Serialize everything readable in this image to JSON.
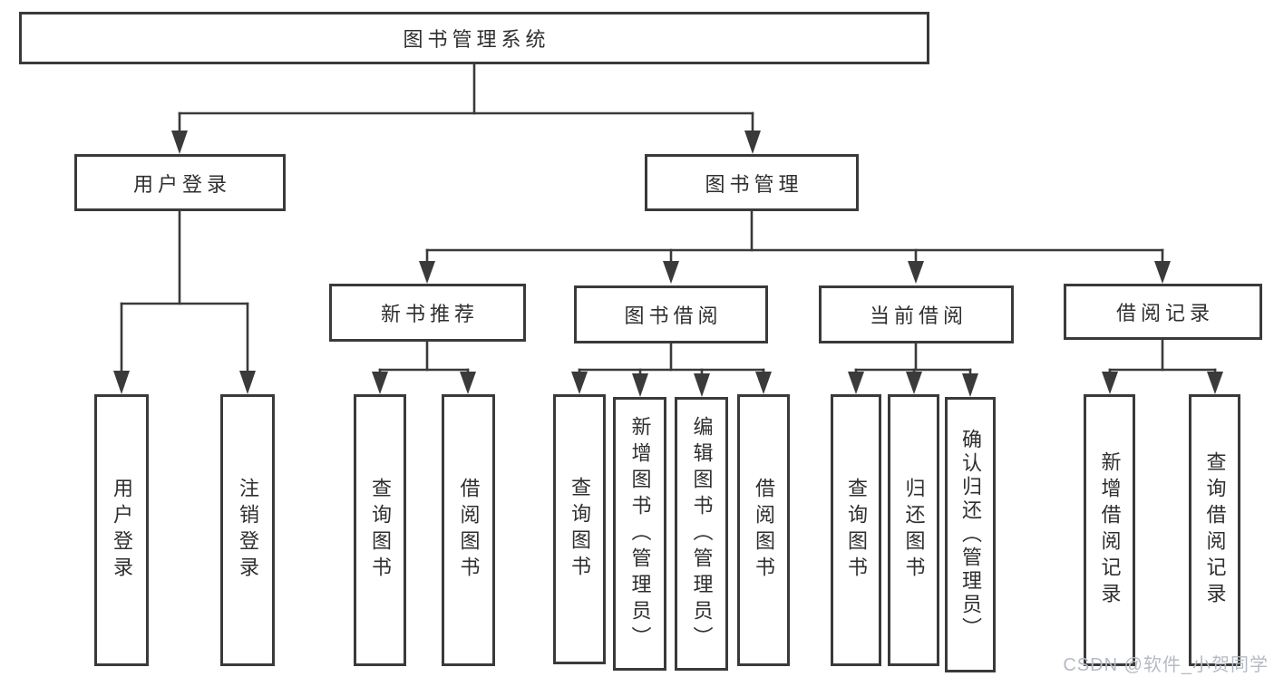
{
  "diagram": {
    "root": {
      "label": "图书管理系统"
    },
    "branches": [
      {
        "label": "用户登录",
        "children": [
          {
            "label": "用户登录"
          },
          {
            "label": "注销登录"
          }
        ]
      },
      {
        "label": "图书管理",
        "children": [
          {
            "label": "新书推荐",
            "children": [
              {
                "label": "查询图书"
              },
              {
                "label": "借阅图书"
              }
            ]
          },
          {
            "label": "图书借阅",
            "children": [
              {
                "label": "查询图书"
              },
              {
                "label": "新增图书（管理员）"
              },
              {
                "label": "编辑图书（管理员）"
              },
              {
                "label": "借阅图书"
              }
            ]
          },
          {
            "label": "当前借阅",
            "children": [
              {
                "label": "查询图书"
              },
              {
                "label": "归还图书"
              },
              {
                "label": "确认归还（管理员）"
              }
            ]
          },
          {
            "label": "借阅记录",
            "children": [
              {
                "label": "新增借阅记录"
              },
              {
                "label": "查询借阅记录"
              }
            ]
          }
        ]
      }
    ],
    "watermark": "CSDN @软件_小贺同学",
    "colors": {
      "line": "#3a3a3a",
      "box_border": "#3a3a3a",
      "text": "#2f2f2f",
      "watermark": "#b6bac3",
      "background": "#ffffff"
    }
  }
}
